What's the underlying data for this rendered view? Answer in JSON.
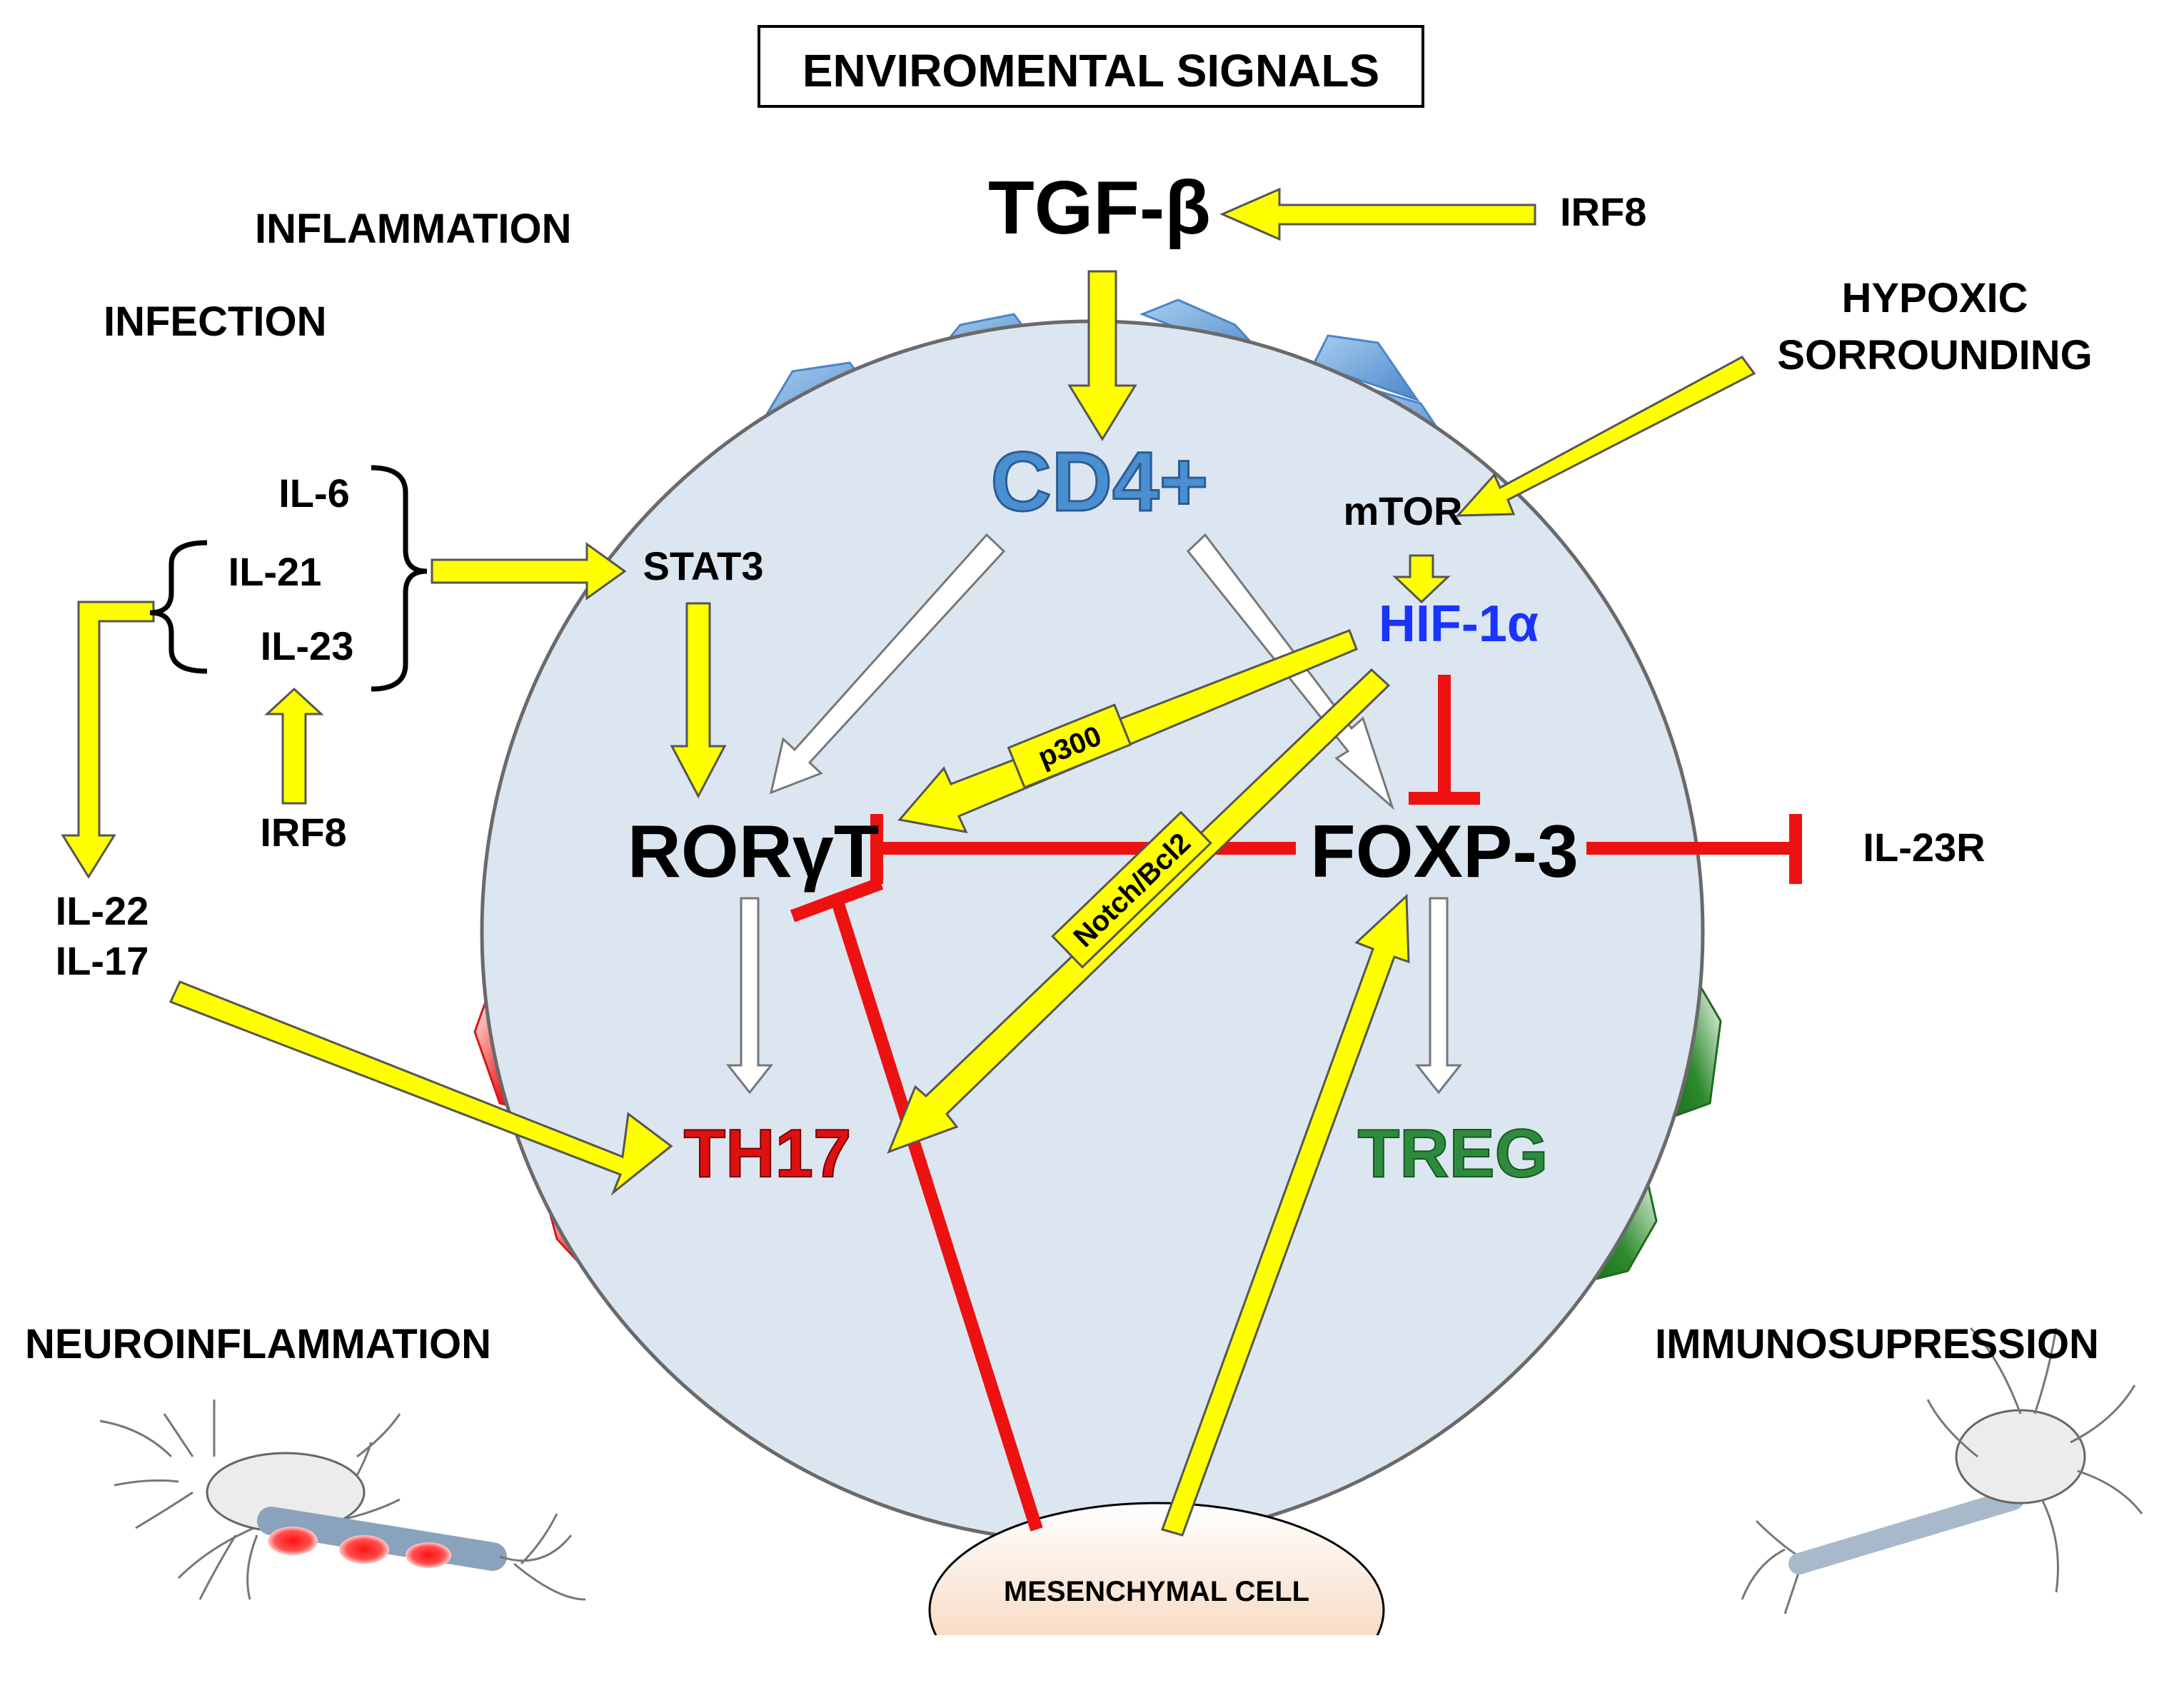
{
  "title": "ENVIROMENTAL SIGNALS",
  "conditions": {
    "inflammation": "INFLAMMATION",
    "infection": "INFECTION",
    "hypoxic_line1": "HYPOXIC",
    "hypoxic_line2": "SORROUNDING",
    "neuroinflammation": "NEUROINFLAMMATION",
    "immunosuppression": "IMMUNOSUPRESSION"
  },
  "nodes": {
    "tgf_beta": "TGF-β",
    "irf8_top": "IRF8",
    "cd4": "CD4+",
    "mtor": "mTOR",
    "hif1a": "HIF-1α",
    "stat3": "STAT3",
    "ror_gamma_t": "RORγT",
    "foxp3": "FOXP-3",
    "il23r": "IL-23R",
    "th17": "TH17",
    "treg": "TREG",
    "mesenchymal": "MESENCHYMAL CELL"
  },
  "cytokines": {
    "il6": "IL-6",
    "il21": "IL-21",
    "il23": "IL-23",
    "irf8_left": "IRF8",
    "il22": "IL-22",
    "il17": "IL-17"
  },
  "arrow_labels": {
    "p300": "p300",
    "notch_bcl2": "Notch/Bcl2"
  },
  "colors": {
    "activation": "#ffff00",
    "inhibition": "#ee1111",
    "differentiation": "#ffffff",
    "cell_fill": "#dce6f1",
    "cd4_text": "#4a8fd0",
    "hif_text": "#1a33ff",
    "th17_text": "#dd1111",
    "treg_text": "#2e8b3e",
    "receptor_blue": "#5b9bd5",
    "receptor_red": "#e82020",
    "receptor_green": "#2e8b2e"
  }
}
